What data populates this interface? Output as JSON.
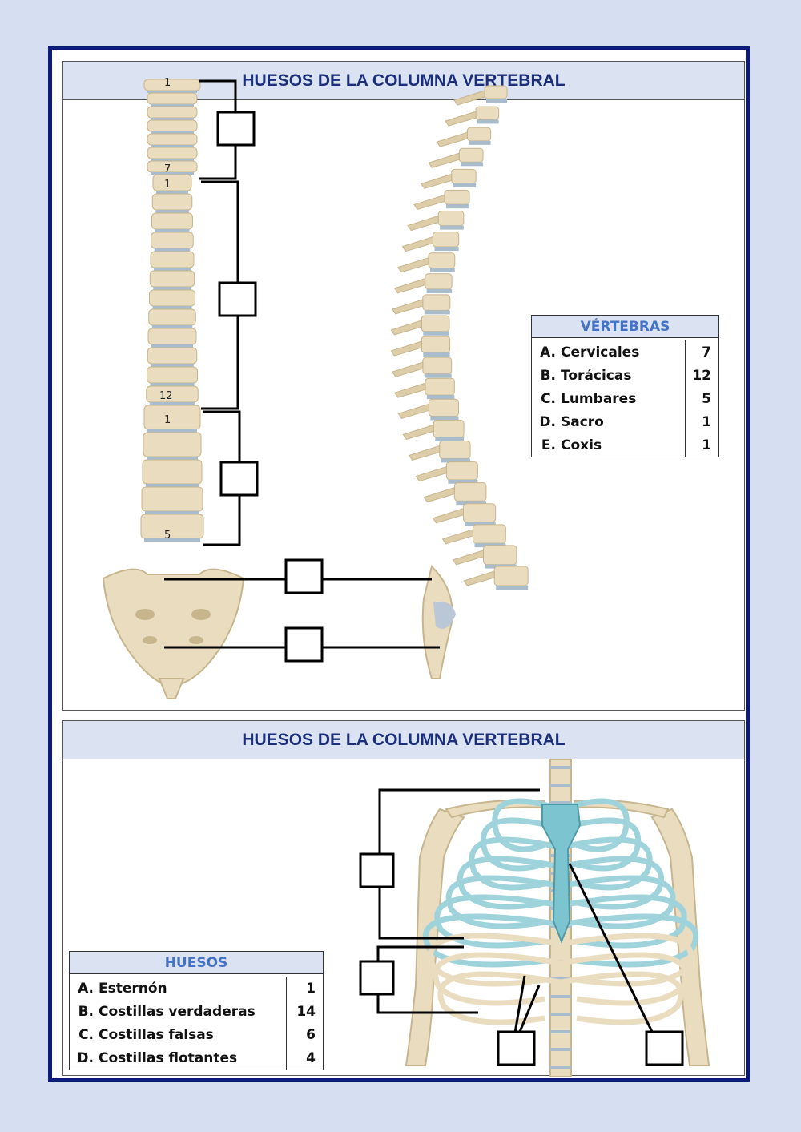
{
  "panel1": {
    "title": "HUESOS DE LA COLUMNA VERTEBRAL",
    "vertebra_numbers": [
      "1",
      "7",
      "1",
      "12",
      "1",
      "5"
    ],
    "table": {
      "header": "VÉRTEBRAS",
      "rows": [
        {
          "letter": "A.",
          "name": "Cervicales",
          "count": "7"
        },
        {
          "letter": "B.",
          "name": "Torácicas",
          "count": "12"
        },
        {
          "letter": "C.",
          "name": "Lumbares",
          "count": "5"
        },
        {
          "letter": "D.",
          "name": "Sacro",
          "count": "1"
        },
        {
          "letter": "E.",
          "name": "Coxis",
          "count": "1"
        }
      ]
    }
  },
  "panel2": {
    "title": "HUESOS DE LA COLUMNA VERTEBRAL",
    "table": {
      "header": "HUESOS",
      "rows": [
        {
          "letter": "A.",
          "name": "Esternón",
          "count": "1"
        },
        {
          "letter": "B.",
          "name": "Costillas verdaderas",
          "count": "14"
        },
        {
          "letter": "C.",
          "name": "Costillas falsas",
          "count": "6"
        },
        {
          "letter": "D.",
          "name": "Costillas flotantes",
          "count": "4"
        }
      ]
    }
  },
  "colors": {
    "page_background": "#d6def2",
    "frame": "#0c1a7a",
    "title_text": "#1b2e7a",
    "header_fill": "#dbe3f3",
    "table_header_text": "#4472c4",
    "bone": "#e9dcbf",
    "bone_shadow": "#c7b58d",
    "disc": "#a9bccb",
    "cartilage": "#9fd3db"
  }
}
